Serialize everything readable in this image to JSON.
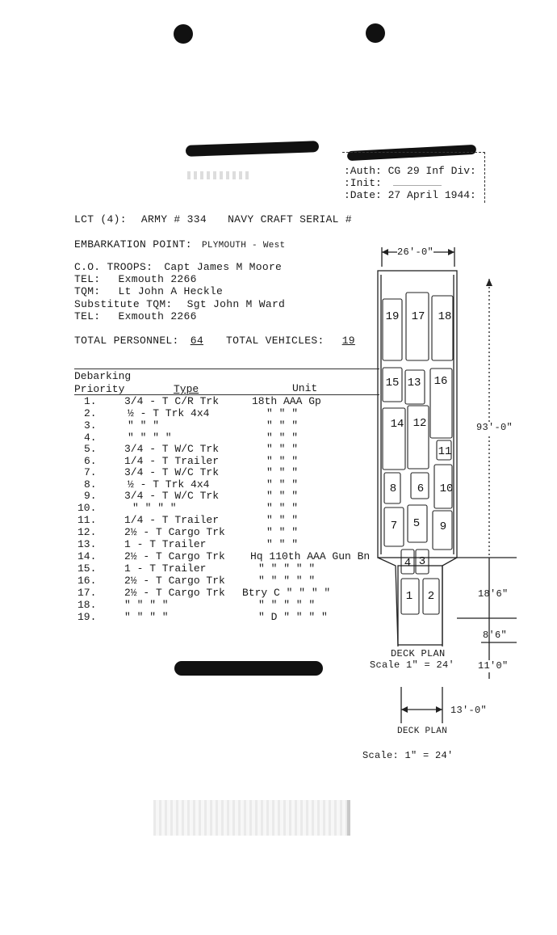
{
  "stamp": {
    "auth_label": ":Auth:",
    "auth_value": "CG 29 Inf Div:",
    "init_label": ":Init:",
    "date_label": ":Date:",
    "date_value": "27 April 1944:"
  },
  "header": {
    "lct": "LCT (4):",
    "army_label": "ARMY #",
    "army_number": "334",
    "navy_label": "NAVY CRAFT SERIAL #",
    "embarkation_label": "EMBARKATION POINT:",
    "embarkation_value": "PLYMOUTH - West",
    "co_label": "C.O. TROOPS:",
    "co_value": "Capt James M Moore",
    "tel1_label": "TEL:",
    "tel1_value": "Exmouth 2266",
    "tqm_label": "TQM:",
    "tqm_value": "Lt John A Heckle",
    "sub_tqm_label": "Substitute TQM:",
    "sub_tqm_value": "Sgt John M Ward",
    "tel2_label": "TEL:",
    "tel2_value": "Exmouth 2266",
    "total_personnel_label": "TOTAL PERSONNEL:",
    "total_personnel_value": "64",
    "total_vehicles_label": "TOTAL VEHICLES:",
    "total_vehicles_value": "19"
  },
  "table": {
    "col_priority_1": "Debarking",
    "col_priority_2": "Priority",
    "col_type": "Type",
    "col_unit": "Unit",
    "rows": [
      {
        "n": "1.",
        "type": "3/4 - T C/R Trk",
        "unit": "18th AAA Gp"
      },
      {
        "n": "2.",
        "type": "½ - T Trk 4x4",
        "unit": "\"   \"   \""
      },
      {
        "n": "3.",
        "type": "\"   \"   \"",
        "unit": "\"   \"   \""
      },
      {
        "n": "4.",
        "type": "\"   \"   \"   \"",
        "unit": "\"   \"   \""
      },
      {
        "n": "5.",
        "type": "3/4 - T W/C Trk",
        "unit": "\"   \"   \""
      },
      {
        "n": "6.",
        "type": "1/4 - T Trailer",
        "unit": "\"   \"   \""
      },
      {
        "n": "7.",
        "type": "3/4 - T W/C Trk",
        "unit": "\"   \"   \""
      },
      {
        "n": "8.",
        "type": "½ - T Trk 4x4",
        "unit": "\"   \"   \""
      },
      {
        "n": "9.",
        "type": "3/4 - T W/C Trk",
        "unit": "\"   \"   \""
      },
      {
        "n": "10.",
        "type": "\"   \"   \"   \"",
        "unit": "\"   \"   \""
      },
      {
        "n": "11.",
        "type": "1/4 - T Trailer",
        "unit": "\"   \"   \""
      },
      {
        "n": "12.",
        "type": "2½ - T Cargo Trk",
        "unit": "\"   \"   \""
      },
      {
        "n": "13.",
        "type": "1 - T Trailer",
        "unit": "\"   \"   \""
      },
      {
        "n": "14.",
        "type": "2½ - T Cargo Trk",
        "unit": "Hq 110th AAA Gun Bn"
      },
      {
        "n": "15.",
        "type": "1 - T Trailer",
        "unit": "\"    \"    \"    \"  \""
      },
      {
        "n": "16.",
        "type": "2½ - T Cargo Trk",
        "unit": "\"    \"    \"    \"  \""
      },
      {
        "n": "17.",
        "type": "2½ - T Cargo Trk",
        "unit": "Btry C \"   \"   \"  \""
      },
      {
        "n": "18.",
        "type": "\"   \"   \"   \"",
        "unit": "\"   \"   \"   \"  \""
      },
      {
        "n": "19.",
        "type": "\"   \"   \"   \"",
        "unit": "\" D \"   \"   \"  \""
      }
    ]
  },
  "deck_plan": {
    "width_top": "26'-0\"",
    "length": "93'-0\"",
    "dim_a": "18'6\"",
    "dim_b": "8'6\"",
    "dim_c": "11'0\"",
    "ramp_width": "13'-0\"",
    "title_1": "DECK PLAN",
    "scale_1": "Scale 1\" = 24'",
    "title_2": "DECK PLAN",
    "scale_2": "Scale: 1\" = 24'",
    "slots": [
      "19",
      "17",
      "18",
      "15",
      "13",
      "16",
      "14",
      "12",
      "11",
      "8",
      "6",
      "10",
      "7",
      "5",
      "9",
      "4",
      "3",
      "1",
      "2"
    ]
  }
}
